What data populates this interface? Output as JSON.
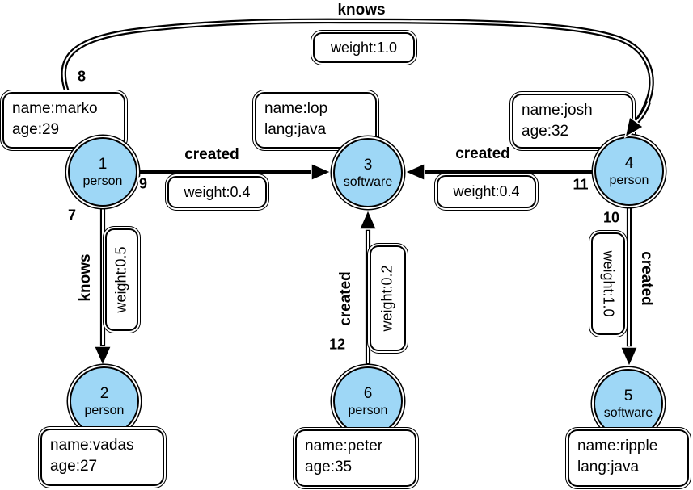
{
  "colors": {
    "node_fill": "#9ED7F6",
    "edge_color": "#000000",
    "box_background": "#FFFFFF",
    "border_color": "#000000"
  },
  "nodes": [
    {
      "id": "1",
      "type": "person",
      "properties": [
        "name:marko",
        "age:29"
      ]
    },
    {
      "id": "2",
      "type": "person",
      "properties": [
        "name:vadas",
        "age:27"
      ]
    },
    {
      "id": "3",
      "type": "software",
      "properties": [
        "name:lop",
        "lang:java"
      ]
    },
    {
      "id": "4",
      "type": "person",
      "properties": [
        "name:josh",
        "age:32"
      ]
    },
    {
      "id": "5",
      "type": "software",
      "properties": [
        "name:ripple",
        "lang:java"
      ]
    },
    {
      "id": "6",
      "type": "person",
      "properties": [
        "name:peter",
        "age:35"
      ]
    }
  ],
  "edges": [
    {
      "id": "7",
      "label": "knows",
      "weight_label": "weight:0.5",
      "from": "1",
      "to": "2"
    },
    {
      "id": "8",
      "label": "knows",
      "weight_label": "weight:1.0",
      "from": "1",
      "to": "4"
    },
    {
      "id": "9",
      "label": "created",
      "weight_label": "weight:0.4",
      "from": "1",
      "to": "3"
    },
    {
      "id": "10",
      "label": "created",
      "weight_label": "weight:1.0",
      "from": "4",
      "to": "5"
    },
    {
      "id": "11",
      "label": "created",
      "weight_label": "weight:0.4",
      "from": "4",
      "to": "3"
    },
    {
      "id": "12",
      "label": "created",
      "weight_label": "weight:0.2",
      "from": "6",
      "to": "3"
    }
  ]
}
